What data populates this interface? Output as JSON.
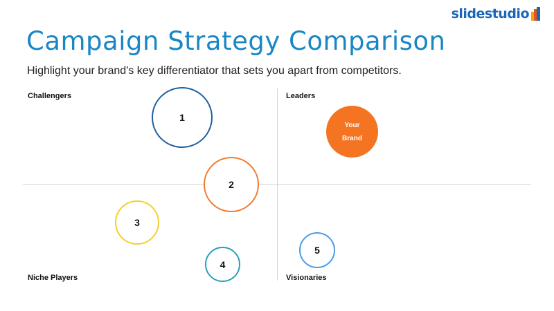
{
  "logo": {
    "text": "slidestudio",
    "colors": {
      "text": "#1a66b8",
      "bar_1": "#f2a11b",
      "bar_2": "#e8541b",
      "bar_3": "#1a66b8"
    }
  },
  "title": "Campaign Strategy Comparison",
  "subtitle": "Highlight your brand's key differentiator that sets you apart from competitors.",
  "quadrants": {
    "top_left": "Challengers",
    "top_right": "Leaders",
    "bottom_left": "Niche Players",
    "bottom_right": "Visionaries"
  },
  "bubbles": [
    {
      "label": "1",
      "color": "#1f5fa0"
    },
    {
      "label": "2",
      "color": "#f07a2a"
    },
    {
      "label": "3",
      "color": "#f2d12b"
    },
    {
      "label": "4",
      "color": "#2a9fb8"
    },
    {
      "label": "5",
      "color": "#4a9be8"
    }
  ],
  "brand": {
    "label": "Your\nBrand",
    "color": "#f47421"
  },
  "colors": {
    "title": "#1a86c4",
    "axis": "#d4d4d4"
  }
}
